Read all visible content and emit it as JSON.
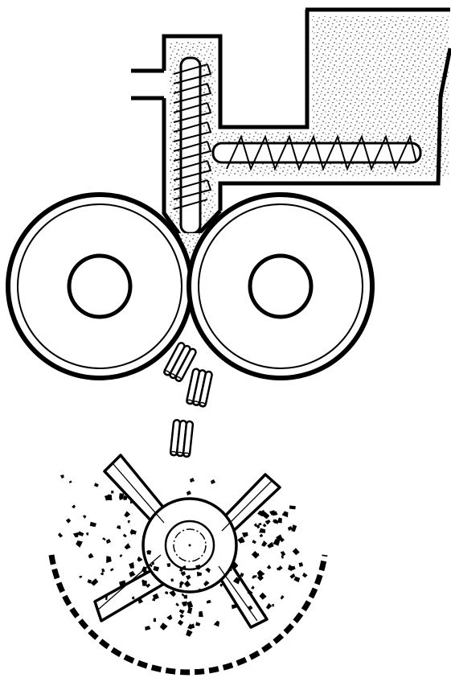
{
  "diagram": {
    "colors": {
      "line": "#000000",
      "paper": "#ffffff",
      "powder": "#000000"
    },
    "components": [
      {
        "name": "feed-hopper",
        "icon": "hopper-icon"
      },
      {
        "name": "horizontal-feed-screw",
        "icon": "auger-icon"
      },
      {
        "name": "vertical-force-feed-screw",
        "icon": "auger-icon"
      },
      {
        "name": "side-vent-port",
        "icon": "pipe-icon"
      },
      {
        "name": "left-compaction-roll",
        "icon": "roller-icon"
      },
      {
        "name": "right-compaction-roll",
        "icon": "roller-icon"
      },
      {
        "name": "compacted-flakes",
        "icon": "briquette-icon"
      },
      {
        "name": "granulator-rotor",
        "icon": "rotor-icon"
      },
      {
        "name": "sizing-screen",
        "icon": "screen-icon"
      },
      {
        "name": "granules",
        "icon": "particle-icon"
      }
    ]
  }
}
